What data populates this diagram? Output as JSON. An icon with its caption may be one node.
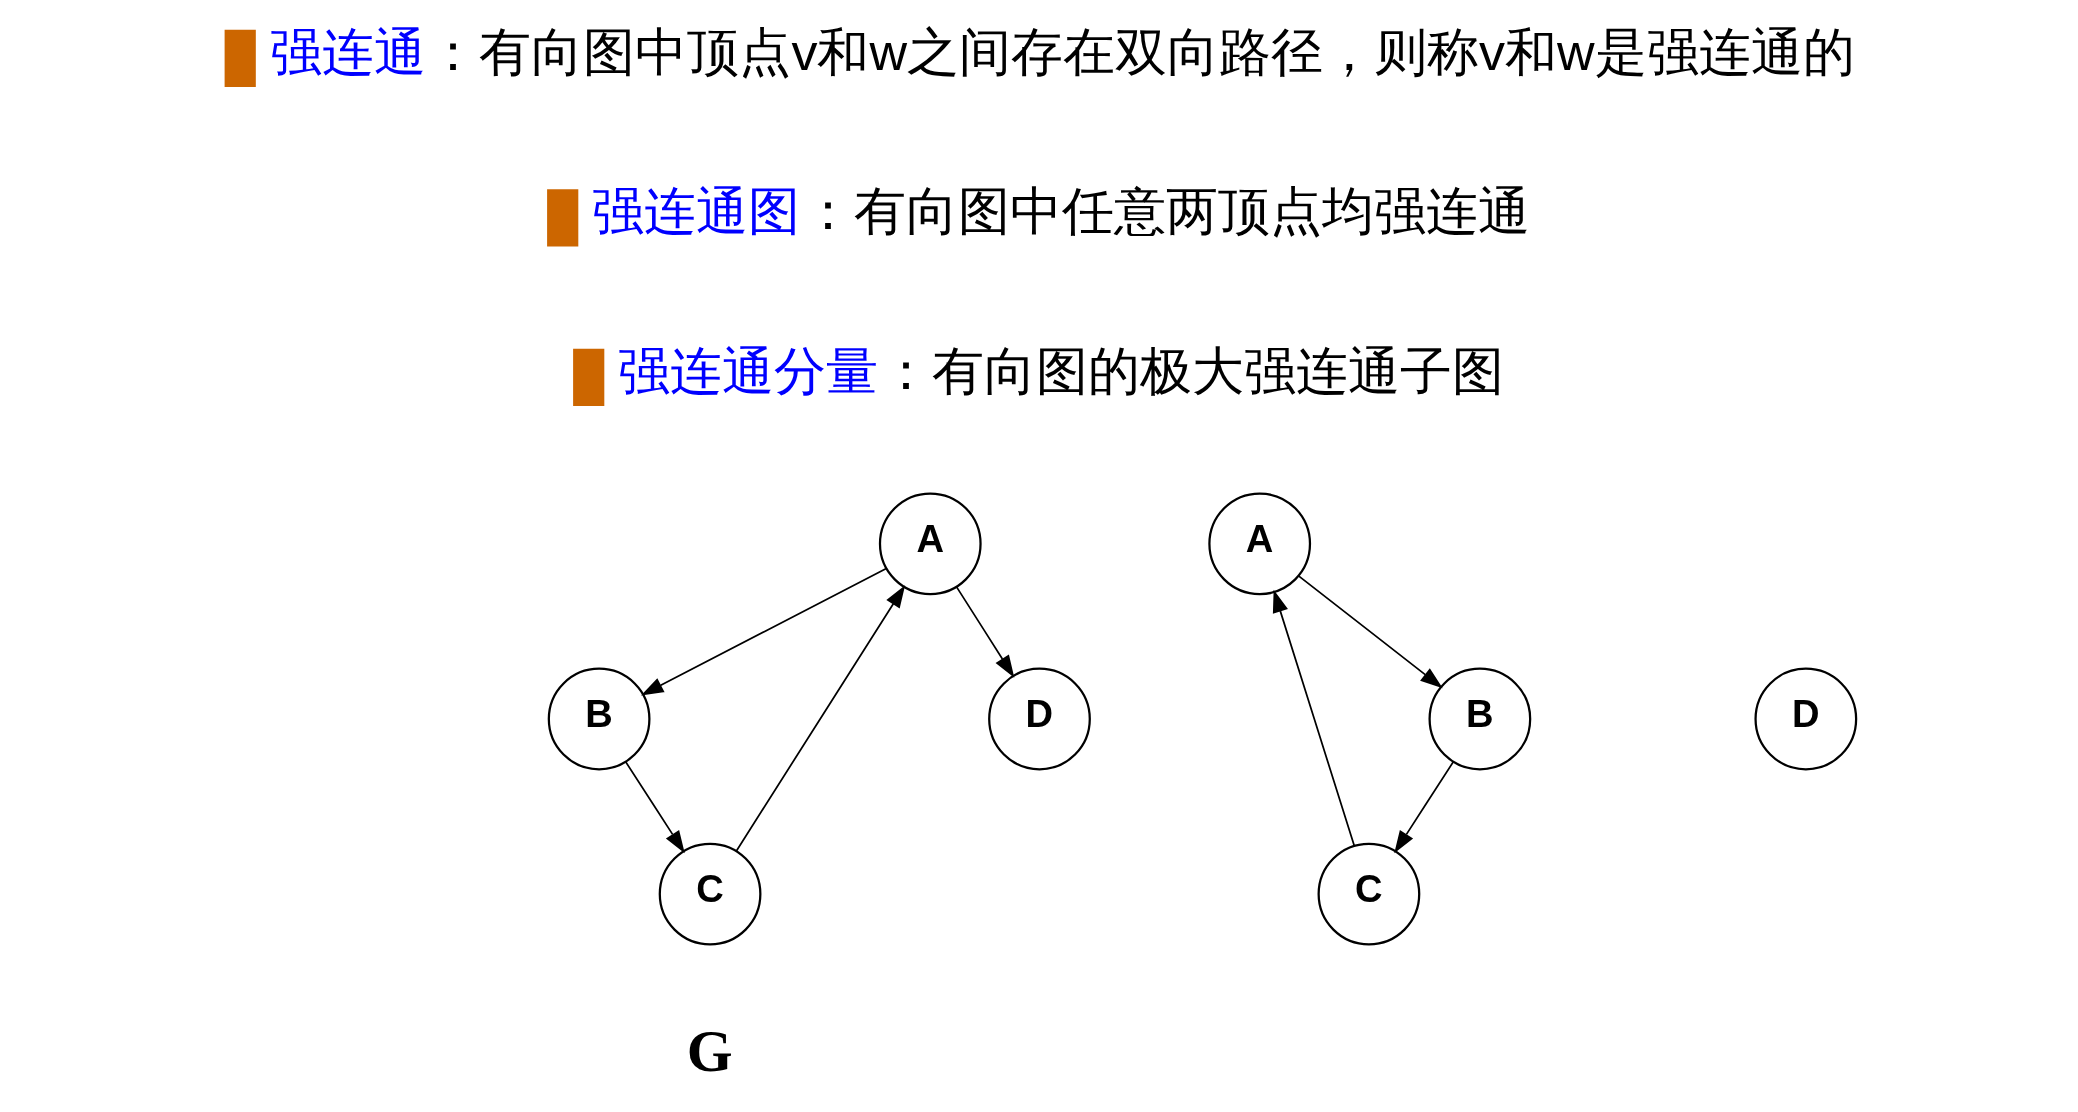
{
  "diagram": {
    "nodes": [
      {
        "text": [
          "A"
        ]
      },
      {
        "text": [
          "B"
        ]
      },
      {
        "text": [
          "D"
        ]
      },
      {
        "text": [
          "C"
        ]
      },
      {
        "text": [
          "A"
        ]
      },
      {
        "text": [
          "B"
        ]
      },
      {
        "text": [
          "C"
        ]
      },
      {
        "text": [
          "D"
        ]
      }
    ],
    "edges": [
      {
        "from": 0,
        "to": 1,
        "arrow": "to"
      },
      {
        "from": 1,
        "to": 3,
        "arrow": "to"
      },
      {
        "from": 3,
        "to": 0,
        "arrow": "to"
      },
      {
        "from": 0,
        "to": 2,
        "arrow": "to"
      },
      {
        "from": 4,
        "to": 5,
        "arrow": "to"
      },
      {
        "from": 5,
        "to": 6,
        "arrow": "to"
      },
      {
        "from": 6,
        "to": 4,
        "arrow": "to"
      }
    ],
    "labels": [
      "强连通",
      "：有向图中顶点v和w之间存在双向路径，则称v和w是强连通的",
      "强连通图",
      "：有向图中任意两顶点均强连通",
      "强连通分量",
      "：有向图的极大强连通子图",
      "G"
    ]
  }
}
